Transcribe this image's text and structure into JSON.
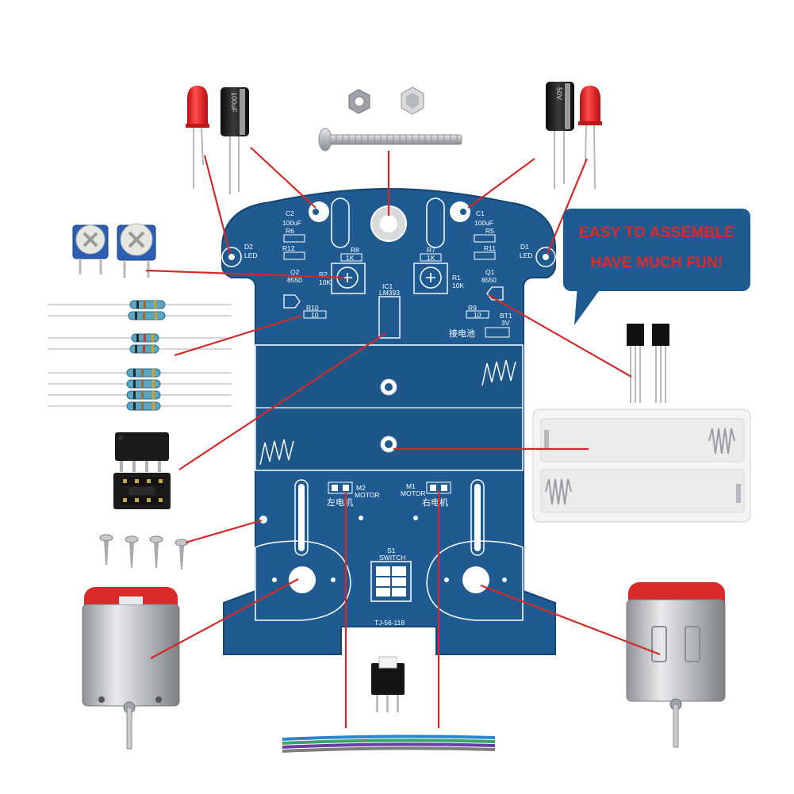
{
  "callout": {
    "line1": "EASY TO ASSEMBLE",
    "line2": "HAVE MUCH FUN!"
  },
  "board": {
    "c2_label": "C2",
    "c2_value": "100uF",
    "c1_label": "C1",
    "c1_value": "100uF",
    "d2_label": "D2",
    "d2_sub": "LED",
    "d1_label": "D1",
    "d1_sub": "LED",
    "r6": "R6",
    "r5": "R5",
    "r12": "R12",
    "r11": "R11",
    "r8": "R8",
    "r7": "R7",
    "r8_val": "1K",
    "r7_val": "1K",
    "r2": "R2",
    "r2_val": "10K",
    "r1": "R1",
    "r1_val": "10K",
    "q2": "Q2",
    "q2_val": "8550",
    "q1": "Q1",
    "q1_val": "8550",
    "ic1": "IC1",
    "ic1_val": "LM393",
    "r10": "R10",
    "r10_val": "10",
    "r9": "R9",
    "r9_val": "10",
    "bt1": "BT1",
    "bt1_val": "3V",
    "battery_cn": "接电池",
    "m2": "M2",
    "m1": "M1",
    "motor": "MOTOR",
    "left_motor_cn": "左电机",
    "right_motor_cn": "右电机",
    "s1": "S1",
    "switch": "SWITCH",
    "model": "TJ-56-118"
  },
  "capacitor": {
    "text1": "100uF",
    "text2": "50V"
  },
  "colors": {
    "pcb": "#1f5a91",
    "pcb_dark": "#164473",
    "silk": "#ffffff",
    "pointer": "#d22a2a",
    "led_red": "#e01e1e",
    "motor_cap": "#d92a2a"
  },
  "icons": [
    "led-icon",
    "capacitor-icon",
    "nut-icon",
    "screw-icon",
    "potentiometer-icon",
    "resistor-icon",
    "ic-chip-icon",
    "ic-socket-icon",
    "transistor-icon",
    "battery-holder-icon",
    "dc-motor-icon",
    "switch-icon",
    "ribbon-wire-icon"
  ]
}
